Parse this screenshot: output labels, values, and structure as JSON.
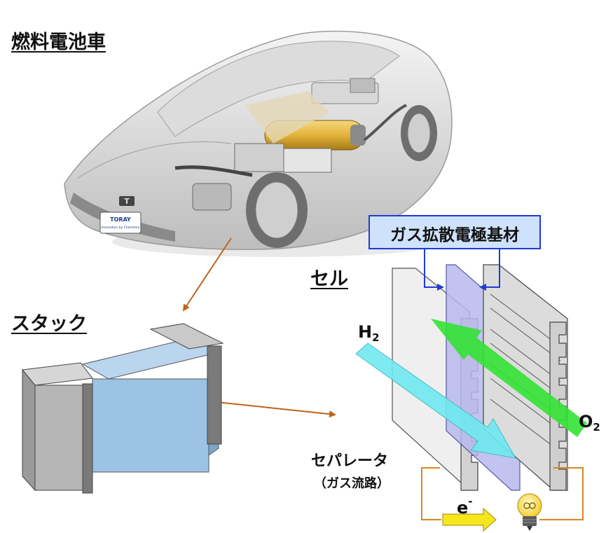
{
  "labels": {
    "car": "燃料電池車",
    "stack": "スタック",
    "cell": "セル",
    "gdl_box": "ガス拡散電極基材",
    "separator": "セパレータ",
    "separator_sub": "（ガス流路）",
    "h2_main": "H",
    "h2_sub": "2",
    "o2_main": "O",
    "o2_sub": "2",
    "e_main": "e",
    "e_sup": "-"
  },
  "car_badges": {
    "plate_brand": "TORAY",
    "plate_tagline": "Innovation by Chemistry",
    "emblem": "T"
  },
  "colors": {
    "gdl_box_fill": "#cfe2fb",
    "gdl_box_border": "#1f3bd6",
    "connector_arrow": "#1f3bd6",
    "zoom_arrow": "#c0631b",
    "h2_arrow": "#6fe9f0",
    "o2_arrow": "#33e233",
    "electron_arrow": "#f5e61d",
    "circuit_wire": "#d98526",
    "stack_face": "#9cc2e4",
    "tank": "#e3b43a"
  }
}
